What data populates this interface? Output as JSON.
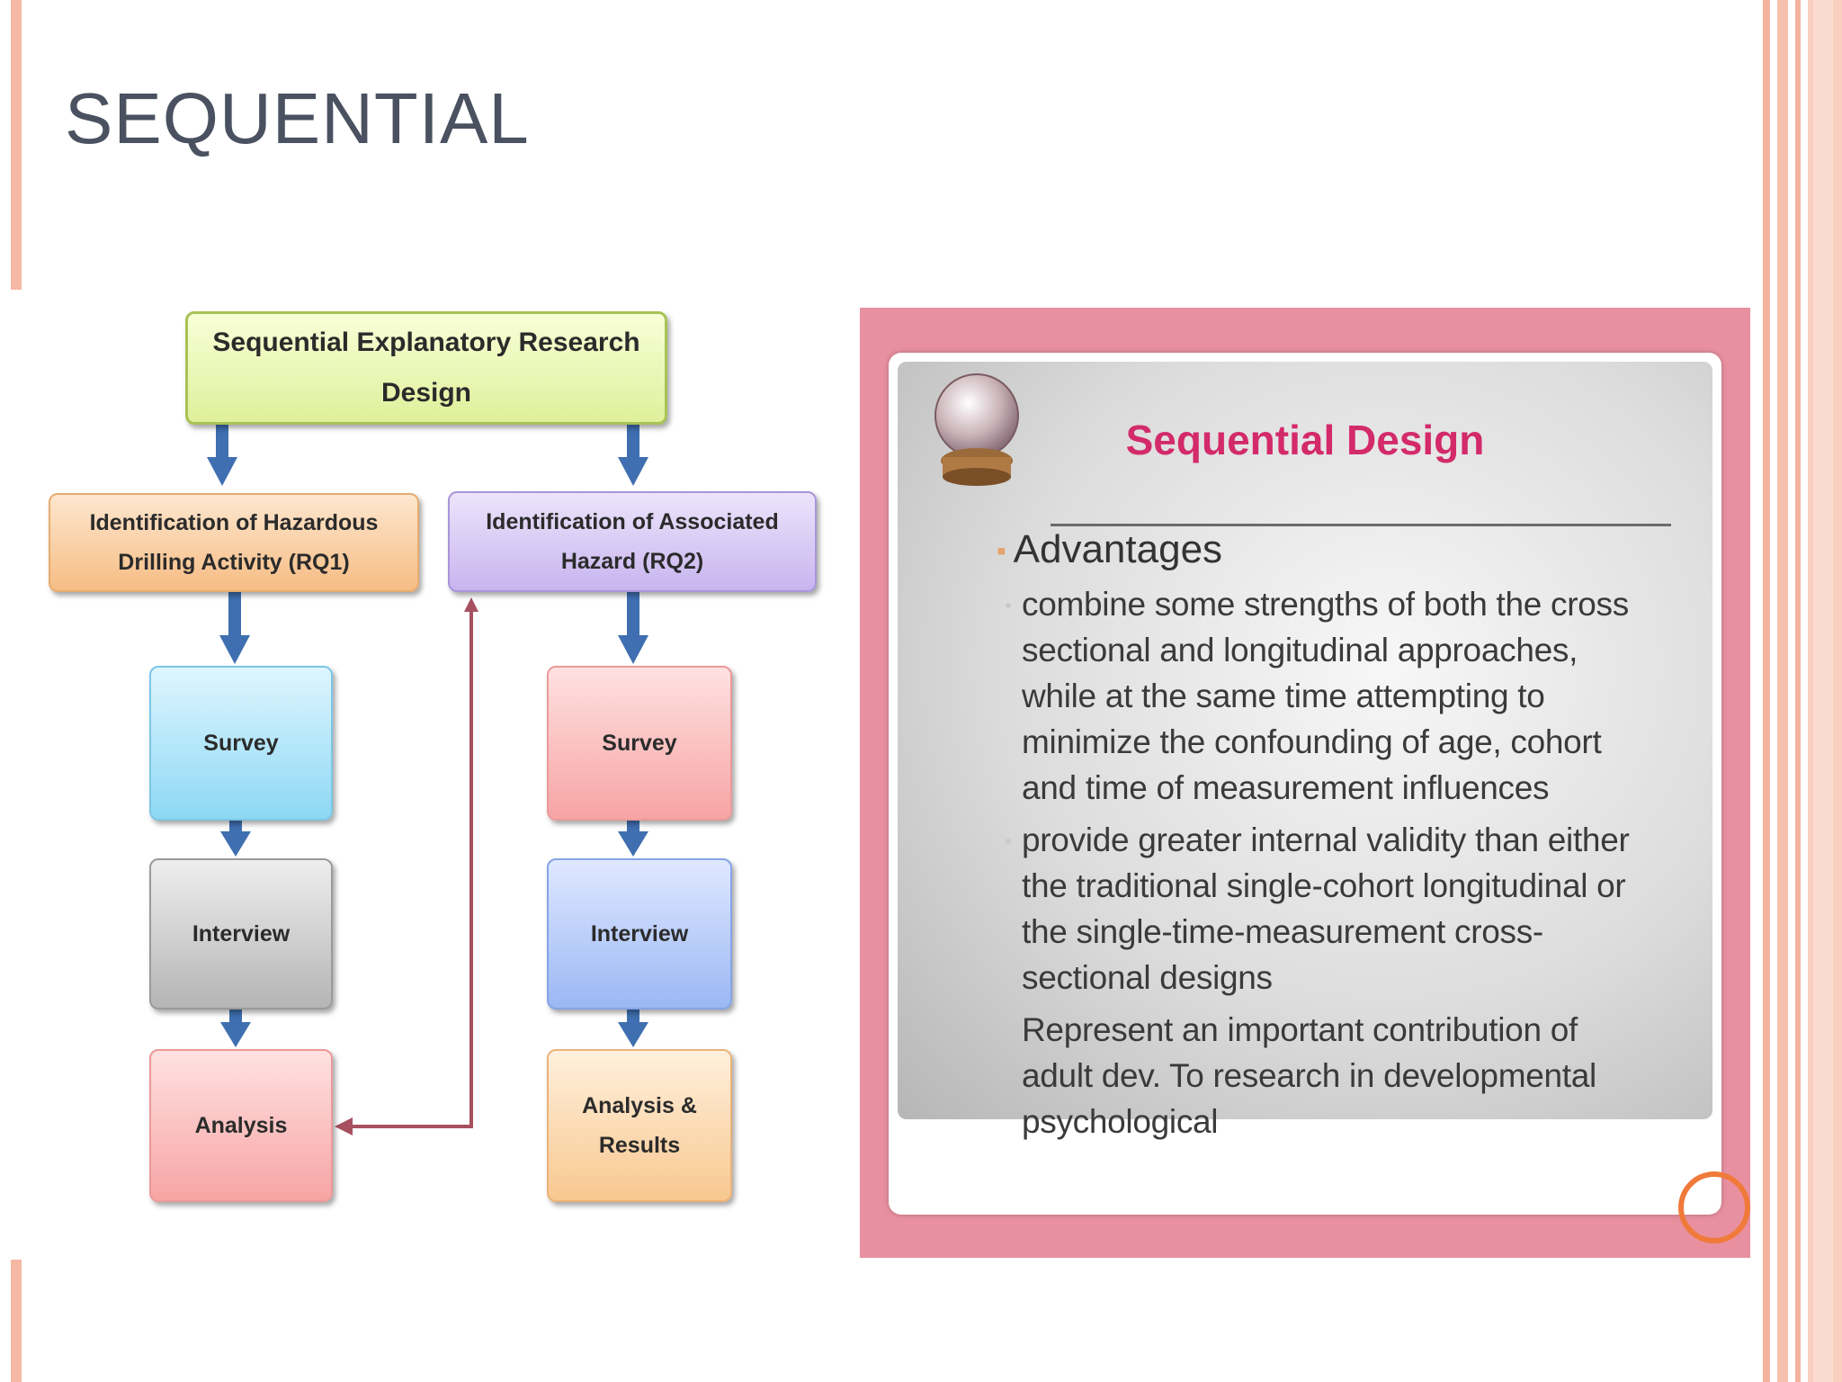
{
  "slide": {
    "title": "SEQUENTIAL"
  },
  "flowchart": {
    "main": "Sequential Explanatory Research Design",
    "rq1": "Identification of Hazardous Drilling Activity (RQ1)",
    "rq2": "Identification of Associated Hazard (RQ2)",
    "left_steps": [
      "Survey",
      "Interview",
      "Analysis"
    ],
    "right_steps": [
      "Survey",
      "Interview",
      "Analysis & Results"
    ]
  },
  "embedded_slide": {
    "title": "Sequential Design",
    "heading": "Advantages",
    "points": [
      "combine some strengths of both the cross\nsectional and longitudinal approaches,\nwhile at the same time attempting to\nminimize the confounding of age, cohort\nand time of measurement influences",
      "provide greater internal validity than either\nthe traditional single-cohort longitudinal or\nthe single-time-measurement cross-\nsectional designs",
      "Represent an important contribution of\nadult dev. To research in developmental\npsychological"
    ]
  },
  "colors": {
    "title": "#4a5160",
    "embed_frame": "#e890a0",
    "embed_title": "#d32a6a",
    "arrow": "#3f6fb0",
    "feedback_arrow": "#a65060"
  }
}
